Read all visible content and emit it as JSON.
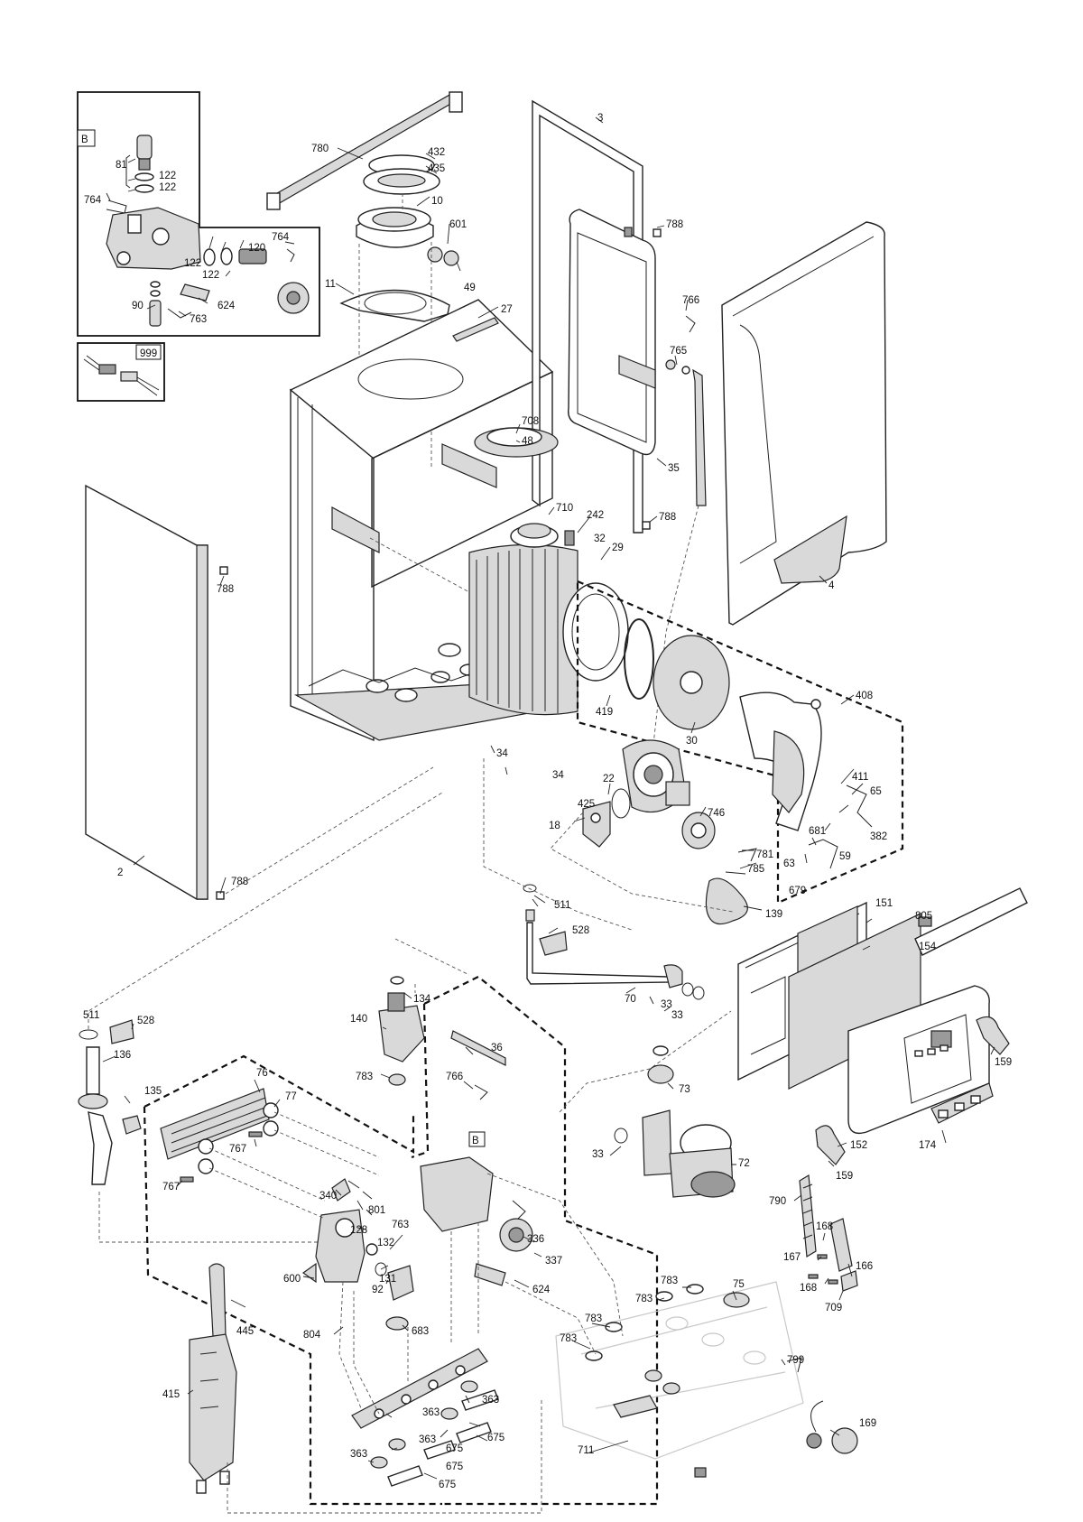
{
  "callouts": {
    "c780": "780",
    "c432": "432",
    "c435": "435",
    "c10": "10",
    "c601": "601",
    "c49": "49",
    "c11": "11",
    "c27": "27",
    "c3": "3",
    "c788a": "788",
    "c766a": "766",
    "c765": "765",
    "c35": "35",
    "c788b": "788",
    "c4": "4",
    "c708": "708",
    "c48": "48",
    "c710": "710",
    "c242": "242",
    "c32": "32",
    "c29": "29",
    "c788c": "788",
    "c419": "419",
    "c30": "30",
    "c408": "408",
    "c34a": "34",
    "c34b": "34",
    "c22": "22",
    "c425": "425",
    "c746": "746",
    "c18": "18",
    "c411": "411",
    "c65": "65",
    "c382": "382",
    "c681": "681",
    "c59": "59",
    "c63": "63",
    "c679": "679",
    "c781": "781",
    "c785": "785",
    "c2": "2",
    "c788d": "788",
    "c511a": "511",
    "c139": "139",
    "c151": "151",
    "c805": "805",
    "c154": "154",
    "c528a": "528",
    "c70": "70",
    "c33a": "33",
    "c33b": "33",
    "c134": "134",
    "c140": "140",
    "c36": "36",
    "c783a": "783",
    "c766b": "766",
    "c159a": "159",
    "c73": "73",
    "c511b": "511",
    "c528b": "528",
    "c136": "136",
    "c135": "135",
    "c76": "76",
    "c77": "77",
    "c767a": "767",
    "c767b": "767",
    "c33c": "33",
    "c72": "72",
    "c152": "152",
    "c174": "174",
    "c159b": "159",
    "c340": "340",
    "c801": "801",
    "c128": "128",
    "c763": "763",
    "c132": "132",
    "c336": "336",
    "c337": "337",
    "c131": "131",
    "c600": "600",
    "c92": "92",
    "c624": "624",
    "c683": "683",
    "c804": "804",
    "c790": "790",
    "c168a": "168",
    "c167": "167",
    "c166": "166",
    "c168b": "168",
    "c709": "709",
    "c783b": "783",
    "c783c": "783",
    "c75": "75",
    "c783d": "783",
    "c783e": "783",
    "c799": "799",
    "c445": "445",
    "c415": "415",
    "c363a": "363",
    "c363b": "363",
    "c363c": "363",
    "c363d": "363",
    "c675a": "675",
    "c675b": "675",
    "c675c": "675",
    "c711": "711",
    "c169": "169"
  },
  "inset_b": {
    "tag": "B",
    "c81": "81",
    "c122a": "122",
    "c122b": "122",
    "c764a": "764",
    "c120": "120",
    "c764b": "764",
    "c122c": "122",
    "c122d": "122",
    "c90": "90",
    "c624": "624",
    "c763": "763"
  },
  "inset_999": {
    "tag": "999"
  },
  "valve_tag": "B"
}
